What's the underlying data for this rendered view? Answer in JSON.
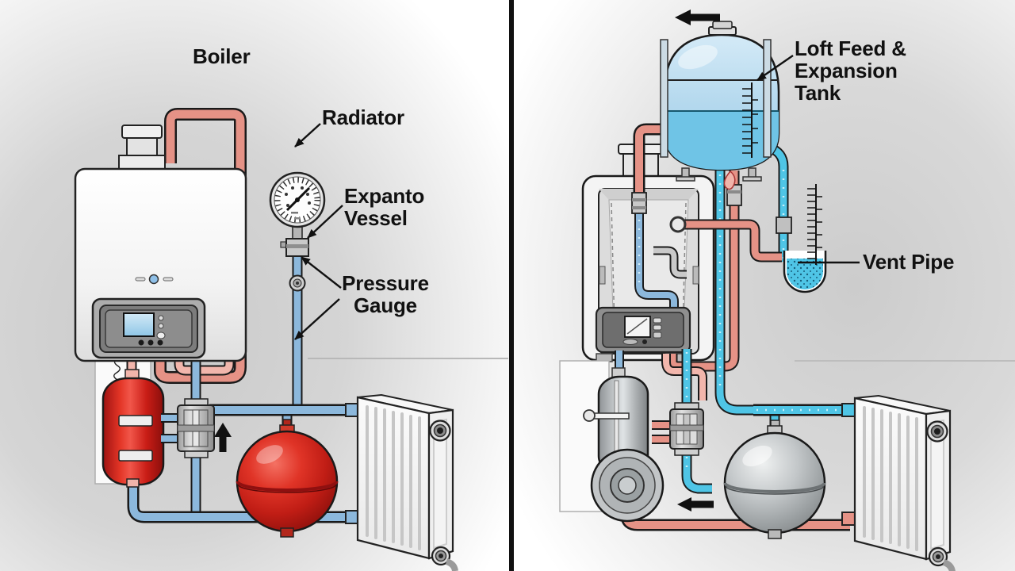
{
  "title": "Heating system comparison diagram: sealed system vs open vented system",
  "labels": {
    "boiler": "Boiler",
    "radiator": "Radiator",
    "expansion_vessel": "Expanto Vessel",
    "pressure_gauge": "Pressure Gauge",
    "loft_tank": "Loft Feed & Expansion Tank",
    "vent_pipe": "Vent Pipe"
  },
  "colors": {
    "hot": "#e59286",
    "hot_light": "#f2b6ac",
    "cold": "#8cb8dc",
    "cyan": "#4fc5e6",
    "water": "#6fc4e6",
    "tank_blue": "#b5d9ee",
    "vessel_red": "#d02318",
    "vessel_gray": "#b4b8ba",
    "wall_gray": "#d4d4d4",
    "outline": "#1a1a1a",
    "label": "#111111",
    "arrow": "#111111"
  }
}
